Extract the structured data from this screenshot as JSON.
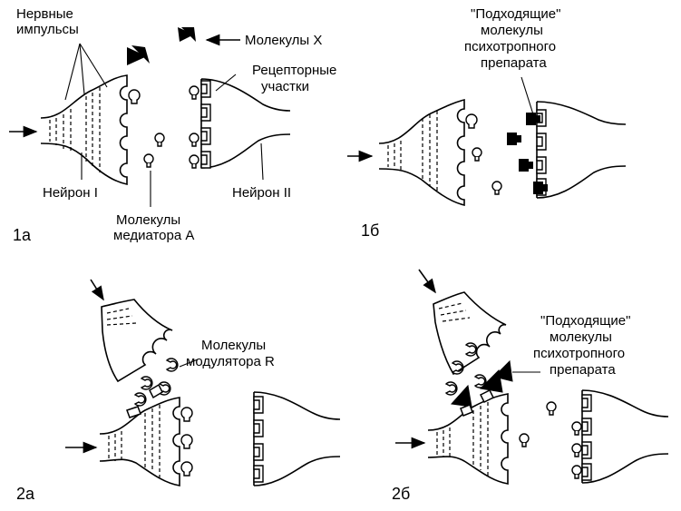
{
  "labels": {
    "nerve_impulses_1": "Нервные",
    "nerve_impulses_2": "импульсы",
    "molecules_x": "Молекулы X",
    "receptor_sites_1": "Рецепторные",
    "receptor_sites_2": "участки",
    "neuron_1": "Нейрон I",
    "neuron_2": "Нейрон II",
    "mediator_1": "Молекулы",
    "mediator_2": "медиатора А",
    "drug_1": "\"Подходящие\"",
    "drug_2": "молекулы",
    "drug_3": "психотропного",
    "drug_4": "препарата",
    "modulator_1": "Молекулы",
    "modulator_2": "модулятора R",
    "drug2_1": "\"Подходящие\"",
    "drug2_2": "молекулы",
    "drug2_3": "психотропного",
    "drug2_4": "препарата"
  },
  "panels": {
    "p1a": "1а",
    "p1b": "1б",
    "p2a": "2а",
    "p2b": "2б"
  }
}
